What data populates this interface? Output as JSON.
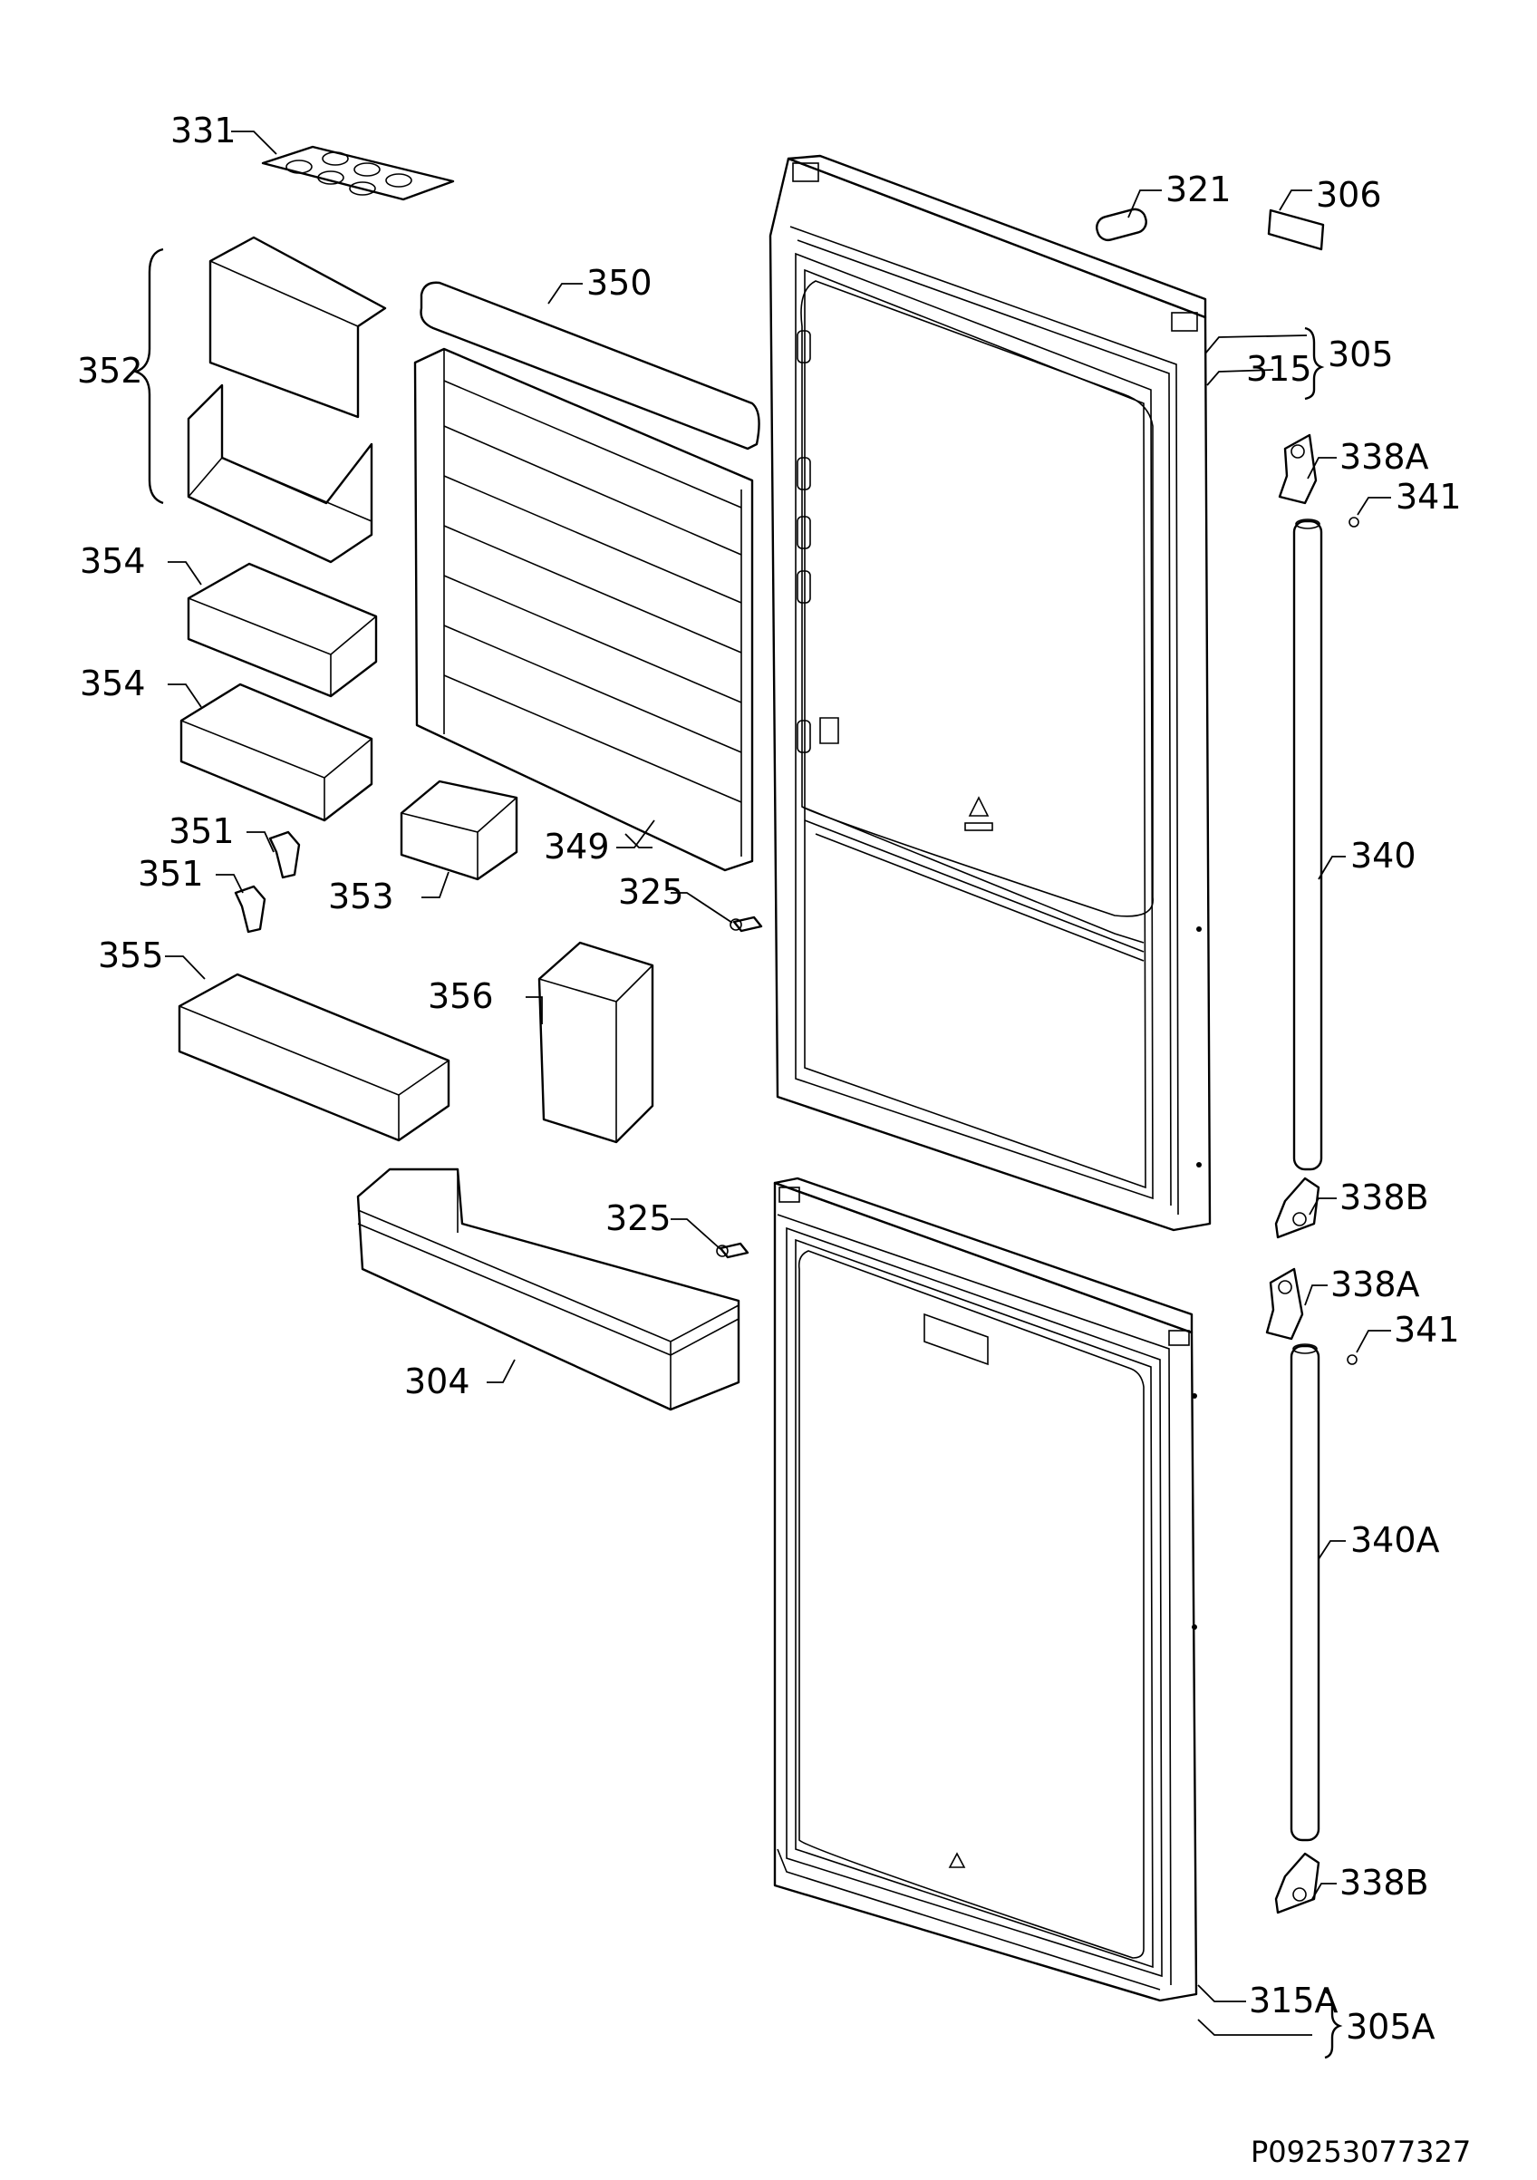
{
  "diagram": {
    "doc_code": "P09253077327",
    "labels": {
      "p331": "331",
      "p352": "352",
      "p354a": "354",
      "p354b": "354",
      "p351a": "351",
      "p351b": "351",
      "p353": "353",
      "p355": "355",
      "p350": "350",
      "p349": "349",
      "p356": "356",
      "p304": "304",
      "p325a": "325",
      "p325b": "325",
      "p321": "321",
      "p306": "306",
      "p305": "305",
      "p315": "315",
      "p338A_top": "338A",
      "p341_top": "341",
      "p340": "340",
      "p338B_top": "338B",
      "p338A_bot": "338A",
      "p341_bot": "341",
      "p340A": "340A",
      "p338B_bot": "338B",
      "p315A": "315A",
      "p305A": "305A"
    }
  }
}
